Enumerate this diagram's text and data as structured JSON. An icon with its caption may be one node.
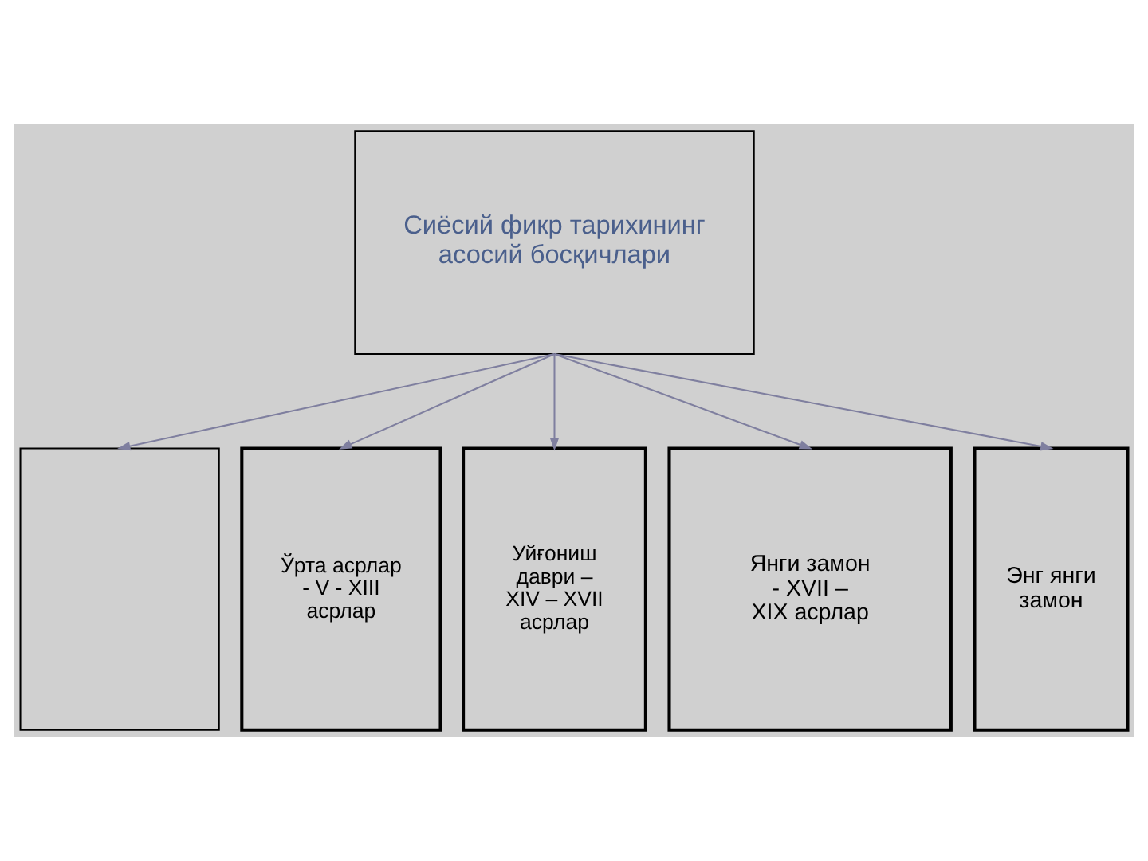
{
  "diagram": {
    "nodes": [
      {
        "text": [
          "Сиёсий фикр тарихининг асосий босқичлари"
        ]
      },
      {
        "text": [],
        "shape": "box"
      },
      {
        "text": [
          "Ўрта асрлар - V - XIII асрлар"
        ]
      },
      {
        "text": [
          "Уйғониш даври – XIV – XVII асрлар"
        ]
      },
      {
        "text": [
          "Янги замон - XVII – XIX асрлар"
        ]
      },
      {
        "text": [
          "Энг янги замон"
        ]
      }
    ],
    "edges": [
      {
        "from": 0,
        "to": 1,
        "arrow": "to"
      },
      {
        "from": 0,
        "to": 2,
        "arrow": "to"
      },
      {
        "from": 0,
        "to": 3,
        "arrow": "to"
      },
      {
        "from": 0,
        "to": 4,
        "arrow": "to"
      },
      {
        "from": 0,
        "to": 5,
        "arrow": "to"
      }
    ]
  }
}
